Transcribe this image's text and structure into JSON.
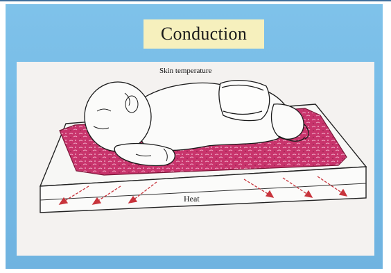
{
  "slide": {
    "title": "Conduction",
    "labels": {
      "skin_temperature": "Skin temperature",
      "heat": "Heat"
    }
  },
  "colors": {
    "background_blue": "#77bce7",
    "title_box": "#f6f0bd",
    "illustration_panel": "#f4f2f0",
    "blanket": "#c8346c",
    "heat_arrows": "#c8343c"
  },
  "illustration": {
    "subject": "infant-lying-on-blanket-on-mattress",
    "heat_arrow_count": 6
  }
}
